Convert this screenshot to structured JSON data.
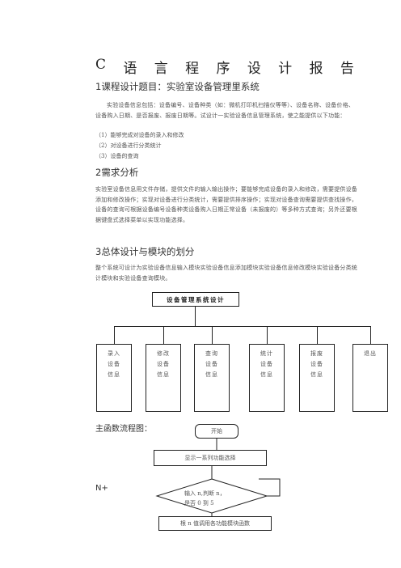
{
  "title_chars": [
    "C",
    "语",
    "言",
    "程",
    "序",
    "设",
    "计",
    "报",
    "告"
  ],
  "section1": {
    "heading": "1课程设计题目：实验室设备管理里系统",
    "para": "实验设备信息包括：设备编号、设备种类（如：微机打印机扫描仪等等）、设备名称、设备价格、设备购入日期、是否报废、报废日期等。试设计一实验设备信息管理系统，使之能提供以下功能：",
    "items": [
      "（1）能够完成对设备的录入和修改",
      "（2）对设备进行分类统计",
      "（3）设备的查询"
    ]
  },
  "section2": {
    "heading": "2需求分析",
    "para": "实验室设备信息用文件存储，提供文件的输入输出操作；要能够完成设备的录入和修改，需要提供设备添加和修改操作；实现对设备进行分类统计，需要提供排序操作；实现对设备查询需要提供查找操作，设备的查询可根据设备编号设备种类设备购入日期正常设备（未报废的）等多种方式查询；另外还要根据键盘式选择菜单以实现功能选择。"
  },
  "section3": {
    "heading": "3总体设计与模块的划分",
    "para": "整个系统可设计为实验设备信息输入模块实验设备信息添加模块实验设备信息修改模块实验设备分类统计模块和实验设备查询模块。"
  },
  "diagram": {
    "top": "设备管理系统设计",
    "modules": [
      [
        "录入",
        "设备",
        "信息"
      ],
      [
        "修改",
        "设备",
        "信息"
      ],
      [
        "查询",
        "设备",
        "信息"
      ],
      [
        "统计",
        "设备",
        "信息"
      ],
      [
        "报废",
        "设备",
        "信息"
      ],
      [
        "退出"
      ]
    ]
  },
  "flow": {
    "label": "主函数流程图：",
    "n_label": "N+",
    "start": "开始",
    "show": "显示一系列功能选择",
    "decision_line1": "输入 n,判断 n，",
    "decision_line2": "是否 0 到 5",
    "call": "根 n 值调用各功能模块函数"
  }
}
